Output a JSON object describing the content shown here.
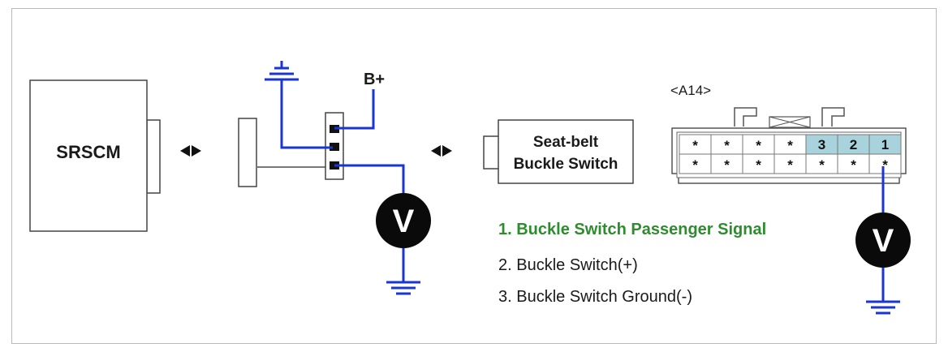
{
  "modules": {
    "srscm": "SRSCM",
    "switch_line1": "Seat-belt",
    "switch_line2": "Buckle Switch",
    "battery": "B+",
    "connector_id": "<A14>"
  },
  "meter_symbol": "V",
  "connector": {
    "top_row": [
      "*",
      "*",
      "*",
      "*",
      "3",
      "2",
      "1"
    ],
    "bottom_row": [
      "*",
      "*",
      "*",
      "*",
      "*",
      "*",
      "*"
    ],
    "highlight_color": "#a9d3dc"
  },
  "legend": [
    {
      "text": "1. Buckle Switch Passenger Signal",
      "color": "#2e8b2e"
    },
    {
      "text": "2. Buckle Switch(+)",
      "color": "#1a1a1a"
    },
    {
      "text": "3. Buckle Switch Ground(-)",
      "color": "#1a1a1a"
    }
  ],
  "colors": {
    "wire": "#1a35d4",
    "harness": "#777777"
  }
}
